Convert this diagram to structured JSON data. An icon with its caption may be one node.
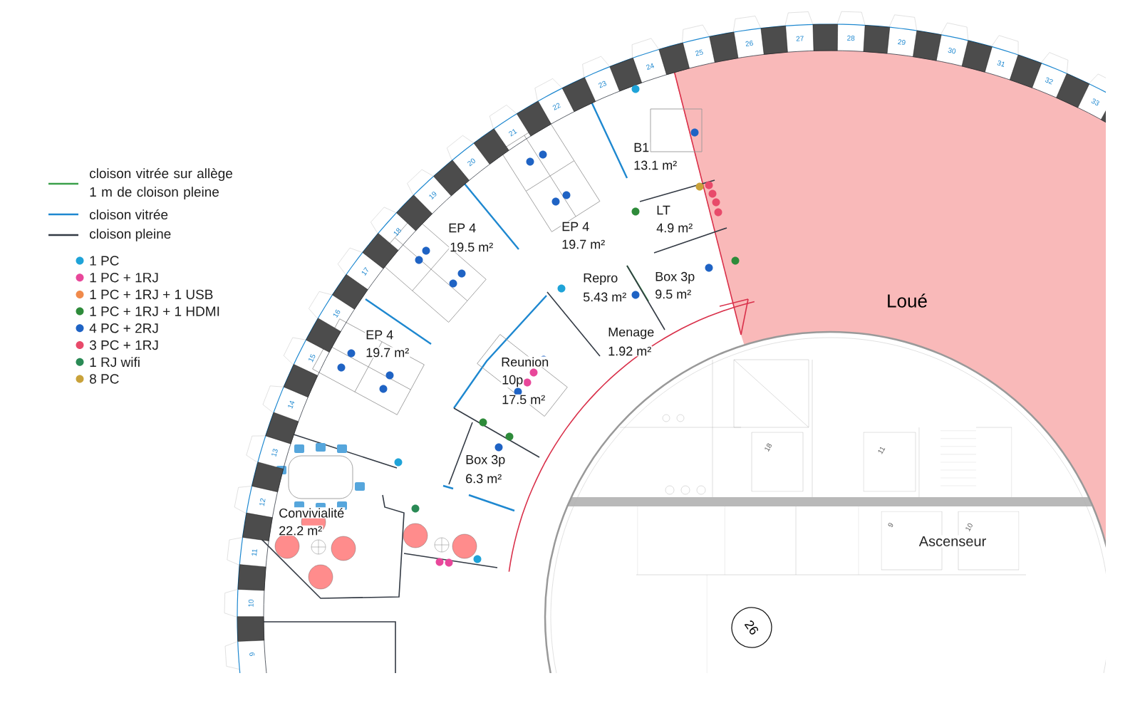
{
  "diagram": {
    "labels": [
      "9",
      "10",
      "11",
      "12",
      "13",
      "14",
      "15",
      "16",
      "17",
      "18",
      "19",
      "20",
      "21",
      "22",
      "23",
      "24",
      "25",
      "26",
      "27",
      "28",
      "29",
      "30",
      "31",
      "32",
      "33",
      "EP 4",
      "19.5 m²",
      "EP 4",
      "19.7 m²",
      "B1",
      "13.1 m²",
      "LT",
      "4.9 m²",
      "Repro",
      "5.43 m²",
      "Box 3p",
      "9.5 m²",
      "Menage",
      "1.92 m²",
      "EP 4",
      "19.7 m²",
      "Reunion",
      "10p",
      "17.5 m²",
      "Box 3p",
      "6.3 m²",
      "Convivialité",
      "22.2 m²",
      "Loué",
      "18",
      "11",
      "9",
      "10",
      "Ascenseur",
      "26"
    ],
    "legend": [
      {
        "text": "cloison vitrée sur allège 1 m de cloison pleine"
      },
      {
        "text": "cloison vitrée"
      },
      {
        "text": "cloison pleine"
      },
      {
        "text": "1 PC",
        "color": "#1fa3d8"
      },
      {
        "text": "1 PC + 1RJ",
        "color": "#e8479a"
      },
      {
        "text": "1 PC + 1RJ + 1 USB",
        "color": "#f08a4b"
      },
      {
        "text": "1 PC + 1RJ + 1 HDMI",
        "color": "#2e8b3a"
      },
      {
        "text": "4 PC + 2RJ",
        "color": "#1f63c4"
      },
      {
        "text": "3 PC + 1RJ",
        "color": "#e84a6a"
      },
      {
        "text": "1 RJ wifi",
        "color": "#2a8a55"
      },
      {
        "text": "8 PC",
        "color": "#c9a23a"
      }
    ]
  }
}
